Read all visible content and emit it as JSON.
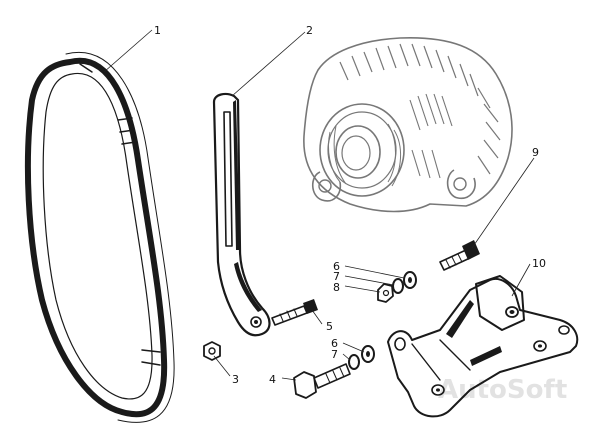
{
  "callouts": {
    "c1": "1",
    "c2": "2",
    "c3": "3",
    "c4": "4",
    "c5": "5",
    "c6a": "6",
    "c7a": "7",
    "c8": "8",
    "c6b": "6",
    "c7b": "7",
    "c9": "9",
    "c10": "10"
  },
  "watermark": "AutoSoft",
  "colors": {
    "ink": "#1a1a1a",
    "alternator": "#8a8a8a",
    "watermark": "#e2e2e2"
  }
}
